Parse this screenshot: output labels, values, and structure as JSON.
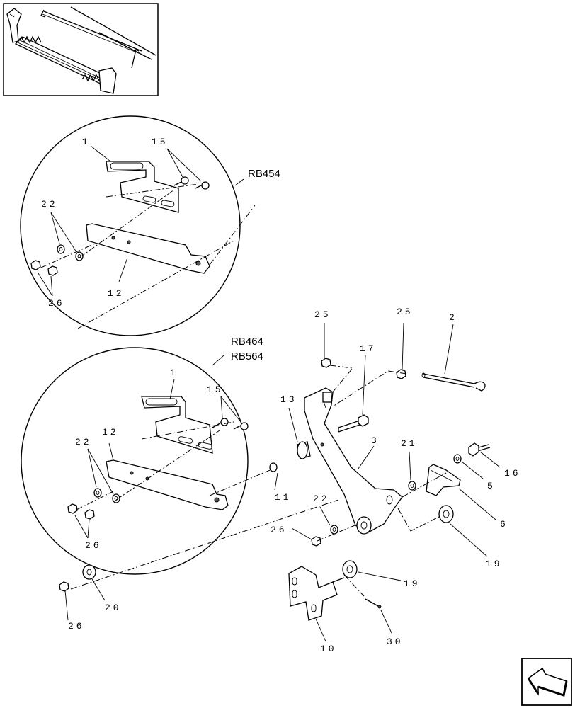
{
  "diagram": {
    "models": {
      "upper_detail": "RB454",
      "lower_detail_a": "RB464",
      "lower_detail_b": "RB564"
    },
    "callouts": {
      "c1_upper": "1",
      "c15_upper": "15",
      "c22_upper": "22",
      "c12_upper": "12",
      "c26_upper": "26",
      "c1_lower": "1",
      "c15_lower": "15",
      "c12_lower": "12",
      "c22_lower": "22",
      "c26_lower": "26",
      "c25_left": "25",
      "c25_right": "25",
      "c2": "2",
      "c17": "17",
      "c13": "13",
      "c3": "3",
      "c21": "21",
      "c16": "16",
      "c5": "5",
      "c11": "11",
      "c22_main": "22",
      "c6": "6",
      "c26_main": "26",
      "c19_right": "19",
      "c19_mid": "19",
      "c26_bottom": "26",
      "c20": "20",
      "c10": "10",
      "c30": "30"
    }
  }
}
